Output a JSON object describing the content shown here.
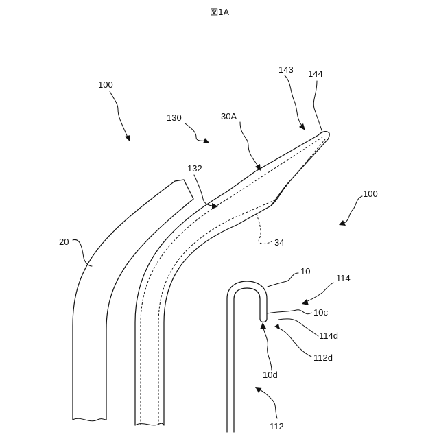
{
  "figure": {
    "title": "図1A",
    "labels": {
      "l100a": "100",
      "l130": "130",
      "l30a": "30A",
      "l143": "143",
      "l144": "144",
      "l132": "132",
      "l100b": "100",
      "l34": "34",
      "l20": "20",
      "l10": "10",
      "l114": "114",
      "l10c": "10c",
      "l114d": "114d",
      "l112d": "112d",
      "l10d": "10d",
      "l112": "112"
    }
  }
}
